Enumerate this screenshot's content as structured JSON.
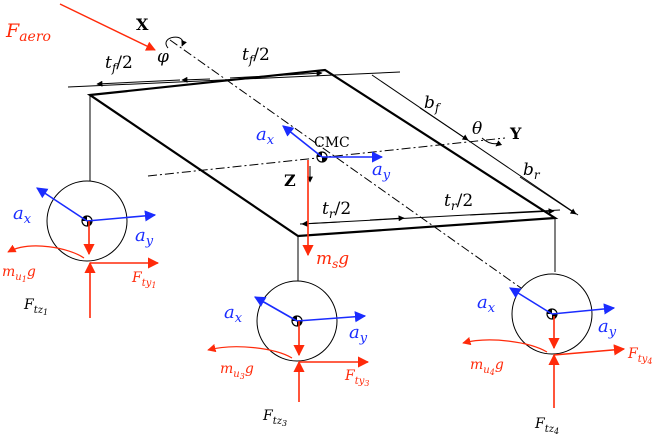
{
  "labels": {
    "f_aero": "F",
    "f_aero_sub": "aero",
    "x_axis": "X",
    "y_axis": "Y",
    "z_axis": "Z",
    "phi": "φ",
    "theta": "θ",
    "cmc": "CMC",
    "tf_half_left": "t",
    "tf_half_left_sub": "f",
    "tf_half_left_tail": "/2",
    "tf_half_right": "t",
    "tf_half_right_sub": "f",
    "tf_half_right_tail": "/2",
    "tr_half_left": "t",
    "tr_half_left_sub": "r",
    "tr_half_left_tail": "/2",
    "tr_half_right": "t",
    "tr_half_right_sub": "r",
    "tr_half_right_tail": "/2",
    "bf": "b",
    "bf_sub": "f",
    "br": "b",
    "br_sub": "r",
    "ax": "a",
    "ax_sub": "x",
    "ay": "a",
    "ay_sub": "y",
    "msg_m": "m",
    "msg_sub": "s",
    "msg_g": "g",
    "mu1g_m": "m",
    "mu1g_sub": "u",
    "mu1g_subsub": "1",
    "mu1g_g": "g",
    "mu3g_m": "m",
    "mu3g_sub": "u",
    "mu3g_subsub": "3",
    "mu3g_g": "g",
    "mu4g_m": "m",
    "mu4g_sub": "u",
    "mu4g_subsub": "4",
    "mu4g_g": "g",
    "fty1": "F",
    "fty1_sub": "ty",
    "fty1_subsub": "1",
    "fty3": "F",
    "fty3_sub": "ty",
    "fty3_subsub": "3",
    "fty4": "F",
    "fty4_sub": "ty",
    "fty4_subsub": "4",
    "ftz1": "F",
    "ftz1_sub": "tz",
    "ftz1_subsub": "1",
    "ftz3": "F",
    "ftz3_sub": "tz",
    "ftz3_subsub": "3",
    "ftz4": "F",
    "ftz4_sub": "tz",
    "ftz4_subsub": "4"
  },
  "colors": {
    "force": "#ff2a0a",
    "accel": "#1a2cff",
    "structure": "#000000"
  }
}
